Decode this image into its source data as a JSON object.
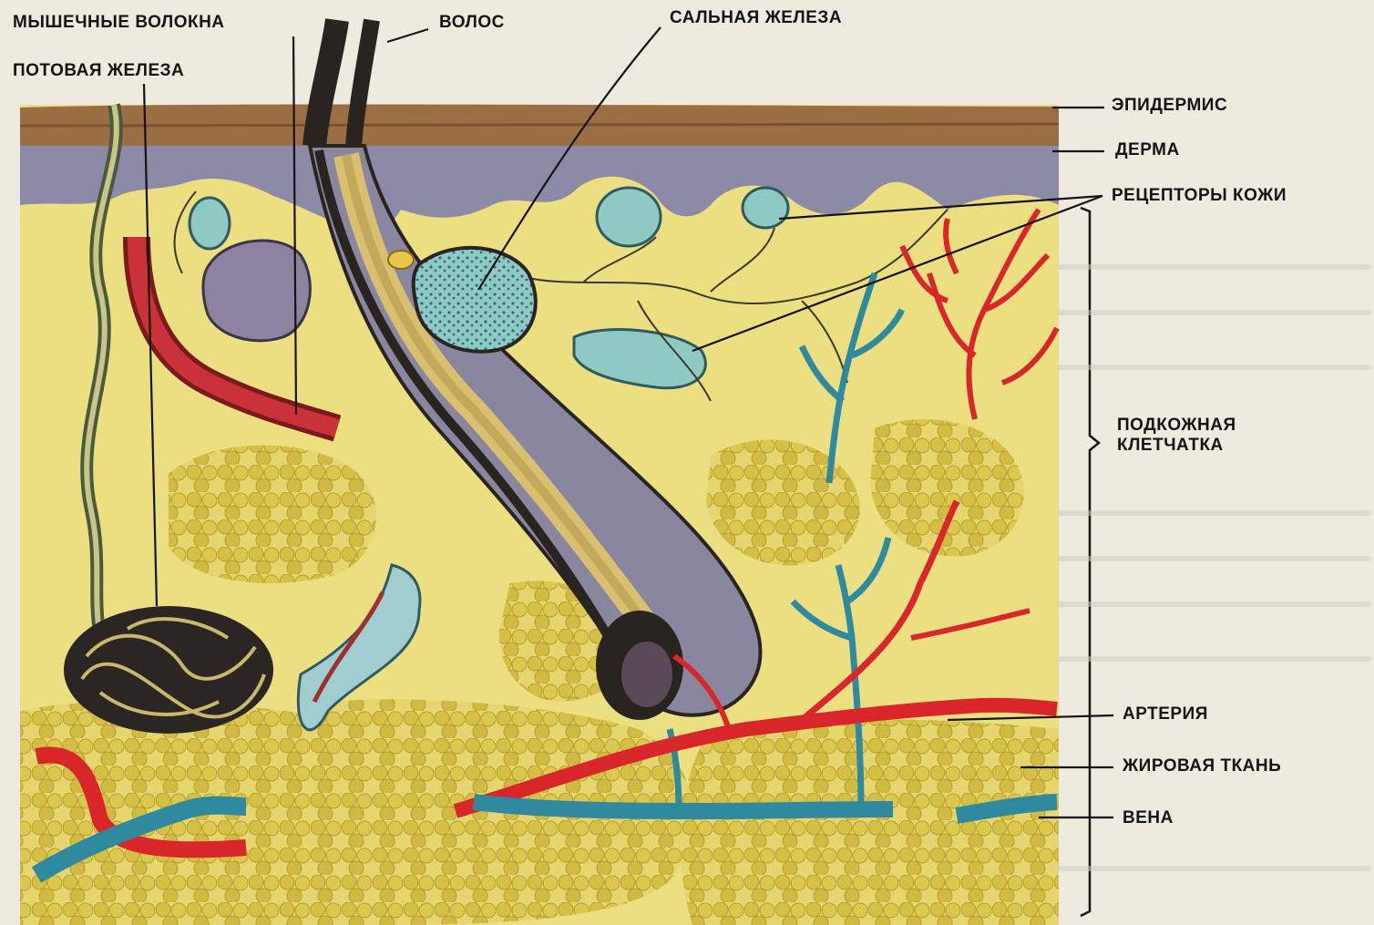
{
  "labels": {
    "muscle_fibers": "МЫШЕЧНЫЕ ВОЛОКНА",
    "hair": "ВОЛОС",
    "sebaceous_gland": "САЛЬНАЯ ЖЕЛЕЗА",
    "sweat_gland": "ПОТОВАЯ ЖЕЛЕЗА",
    "epidermis": "ЭПИДЕРМИС",
    "dermis": "ДЕРМА",
    "skin_receptors": "РЕЦЕПТОРЫ КОЖИ",
    "subcutaneous_tissue": "ПОДКОЖНАЯ\nКЛЕТЧАТКА",
    "artery": "АРТЕРИЯ",
    "adipose_tissue": "ЖИРОВАЯ ТКАНЬ",
    "vein": "ВЕНА"
  },
  "colors": {
    "epidermis": "#9c6e44",
    "dermis": "#8d8aa8",
    "subcutaneous": "#ecdf82",
    "fat_cells": "#d7c24a",
    "artery": "#d8262a",
    "vein": "#2f8aa0",
    "hair_shaft": "#2a2420",
    "sebaceous": "#8fc9c4",
    "sweat_gland": "#2b2623",
    "background": "#efeadf"
  }
}
